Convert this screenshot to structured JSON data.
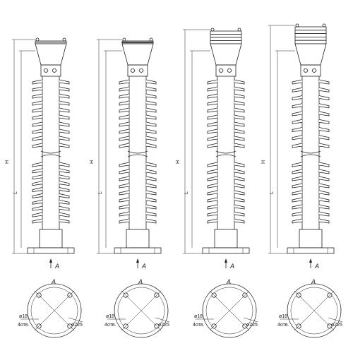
{
  "labels": {
    "height": "H",
    "length": "L",
    "section_arrow": "A",
    "view_title": "A",
    "hole_diameter": "ø18",
    "hole_count": "4отв.",
    "bolt_circle": "ø225"
  },
  "insulators": [
    {
      "id": 1,
      "flange_plates": 2,
      "upper_sheds": 10,
      "lower_sheds": 10
    },
    {
      "id": 2,
      "flange_plates": 3,
      "upper_sheds": 10,
      "lower_sheds": 9
    },
    {
      "id": 3,
      "flange_plates": 4,
      "upper_sheds": 10,
      "lower_sheds": 9
    },
    {
      "id": 4,
      "flange_plates": 5,
      "upper_sheds": 9,
      "lower_sheds": 9
    }
  ],
  "colors": {
    "line": "#222222",
    "background": "#ffffff"
  }
}
